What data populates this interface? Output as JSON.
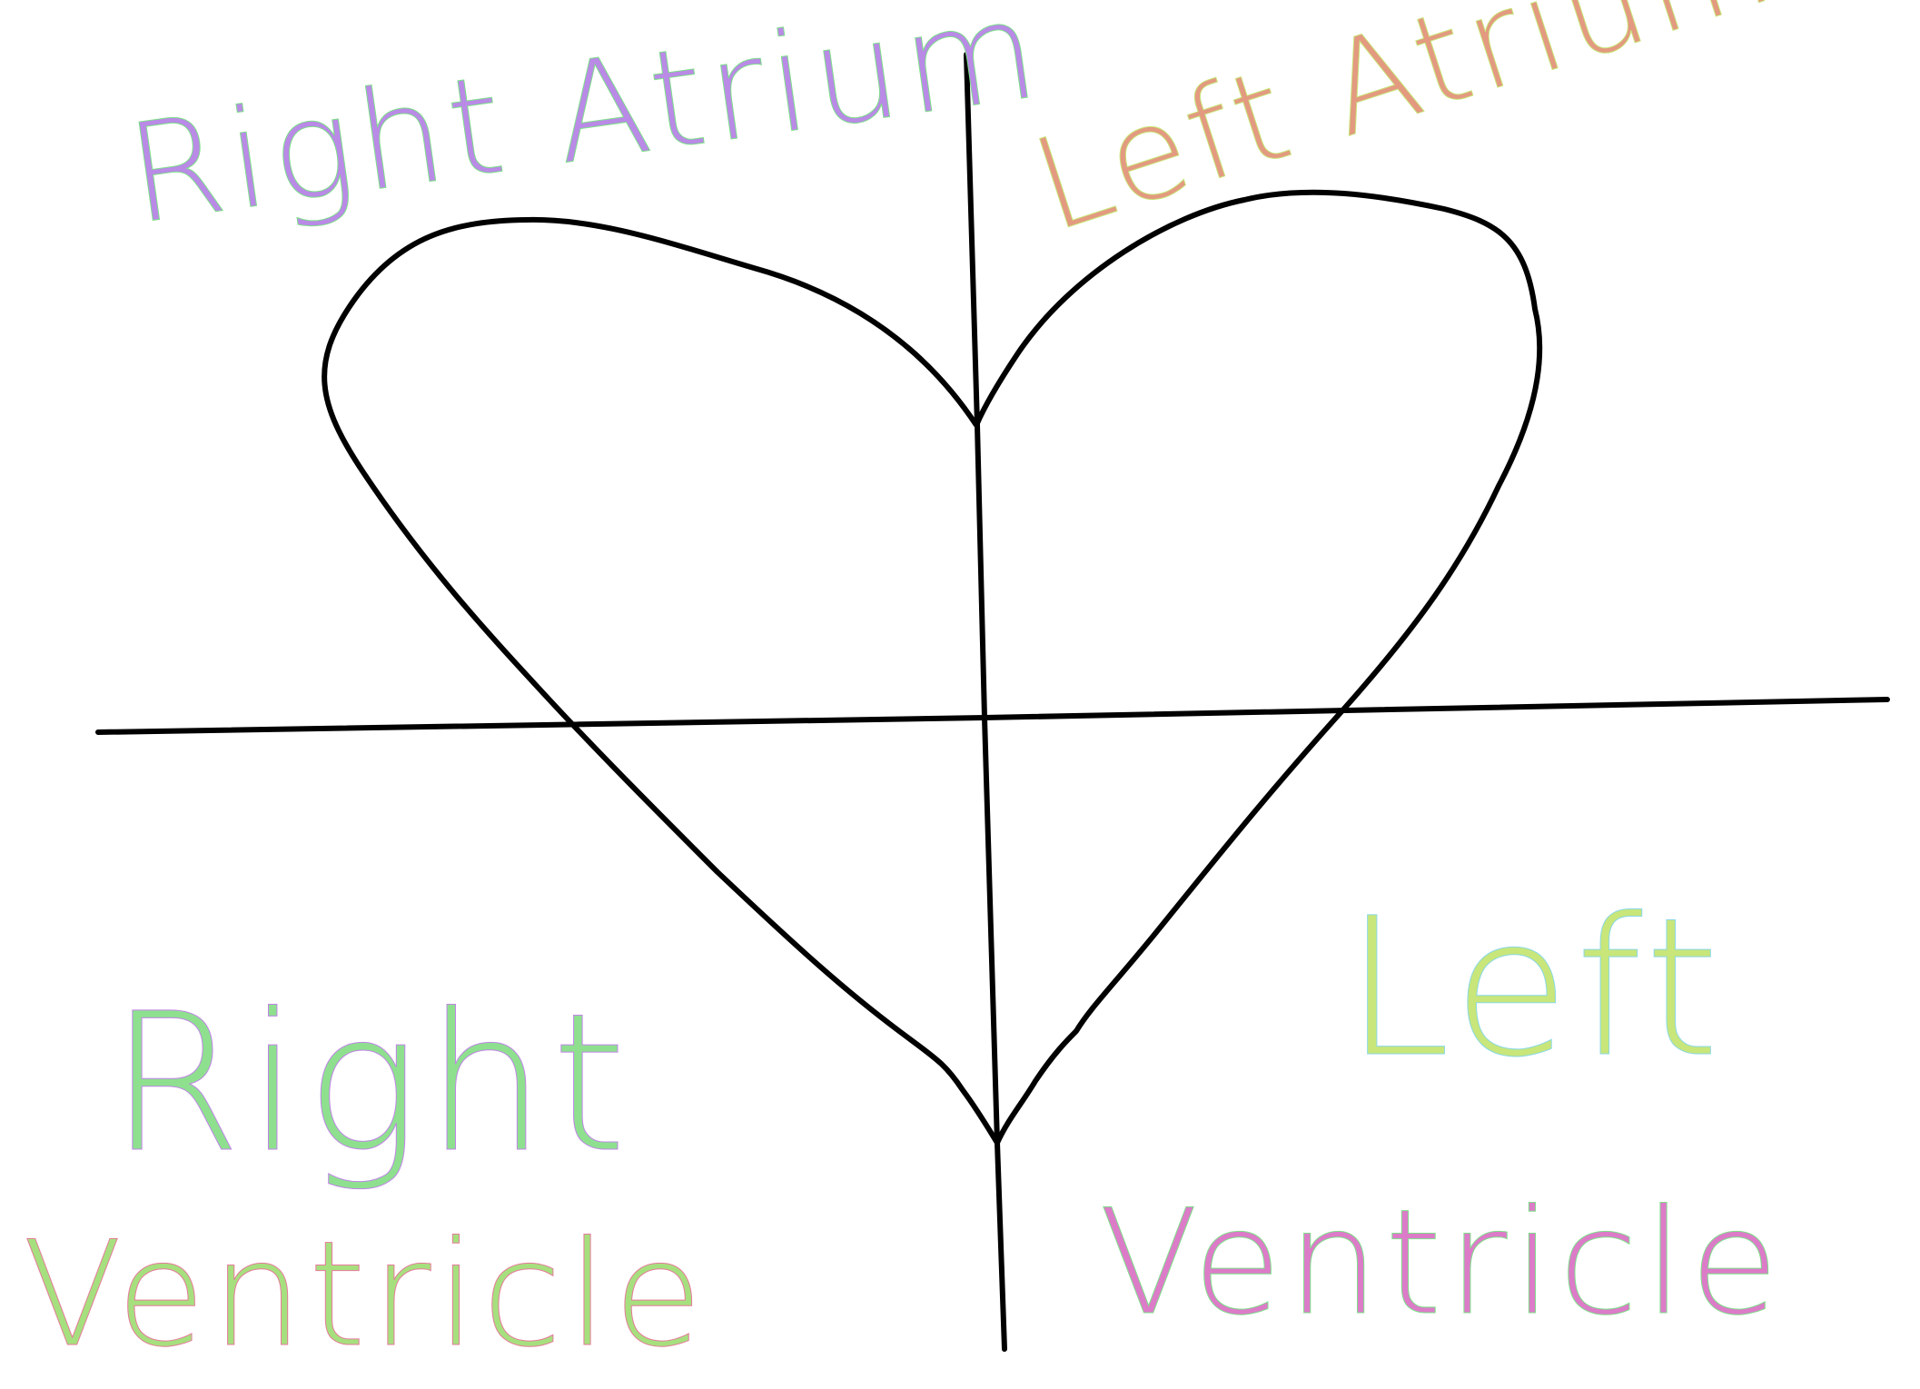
{
  "diagram": {
    "line_color": "#000000",
    "background": "#ffffff",
    "labels": {
      "right_atrium": "Right Atrium",
      "left_atrium": "Left Atrium",
      "right": "Right",
      "right_ventricle_word": "Ventricle",
      "left": "Left",
      "left_ventricle_word": "Ventricle"
    },
    "label_palette": [
      "#c084e8",
      "#7ee08a",
      "#e6d67a",
      "#7fa8e6",
      "#e39a80",
      "#9a86e6",
      "#dc7cc8",
      "#c8e67a",
      "#e67a9a",
      "#8ad8e6"
    ]
  }
}
